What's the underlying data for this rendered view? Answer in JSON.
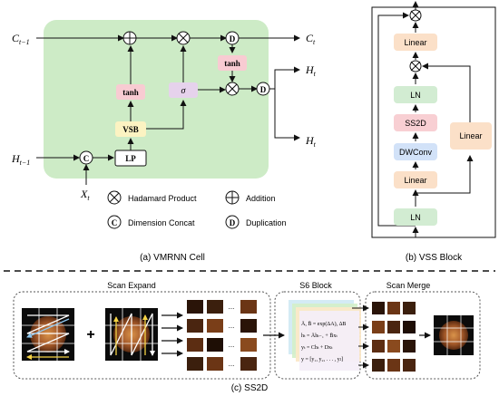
{
  "vmrnn": {
    "inputs": {
      "c_prev": "C",
      "c_prev_sub": "t−1",
      "h_prev": "H",
      "h_prev_sub": "t−1",
      "x": "X",
      "x_sub": "t"
    },
    "outputs": {
      "c": "C",
      "c_sub": "t",
      "h1": "H",
      "h1_sub": "t",
      "h2": "H",
      "h2_sub": "t"
    },
    "blocks": {
      "tanh1": "tanh",
      "tanh2": "tanh",
      "sigma": "σ",
      "vsb": "VSB",
      "lp": "LP"
    },
    "ops": {
      "concat": "C",
      "dup1": "D",
      "dup2": "D"
    },
    "legend": {
      "hadamard": "Hadamard Product",
      "addition": "Addition",
      "concat": "Dimension Concat",
      "duplication": "Duplication"
    },
    "caption": "(a) VMRNN Cell"
  },
  "vss": {
    "blocks": {
      "linear_top": "Linear",
      "ln_mid": "LN",
      "ss2d": "SS2D",
      "dwconv": "DWConv",
      "linear_mid": "Linear",
      "ln_bottom": "LN",
      "linear_side": "Linear"
    },
    "caption": "(b) VSS Block"
  },
  "ss2d": {
    "scan_expand": "Scan Expand",
    "s6_block": "S6 Block",
    "scan_merge": "Scan Merge",
    "plus": "+",
    "dots": "...",
    "equations": {
      "e1": "Ā, B̄ = exp(ΔA), ΔB",
      "e2": "hₜ = Āhₜ₋₁ + B̄xₜ",
      "e3": "yₜ = Chₜ + Dxₜ",
      "e4": "y = [y₁, y₂, . . . , yₗ]"
    },
    "caption": "(c) SS2D"
  },
  "colors": {
    "cell_bg": "#cdebc6",
    "tanh": "#f8cbd2",
    "sigma": "#e6d2ec",
    "vsb": "#fcf3c2",
    "linear": "#fbe0c8",
    "ln": "#d2ecd2",
    "ss2d": "#f8cfd3",
    "dwconv": "#d2e2f8"
  }
}
